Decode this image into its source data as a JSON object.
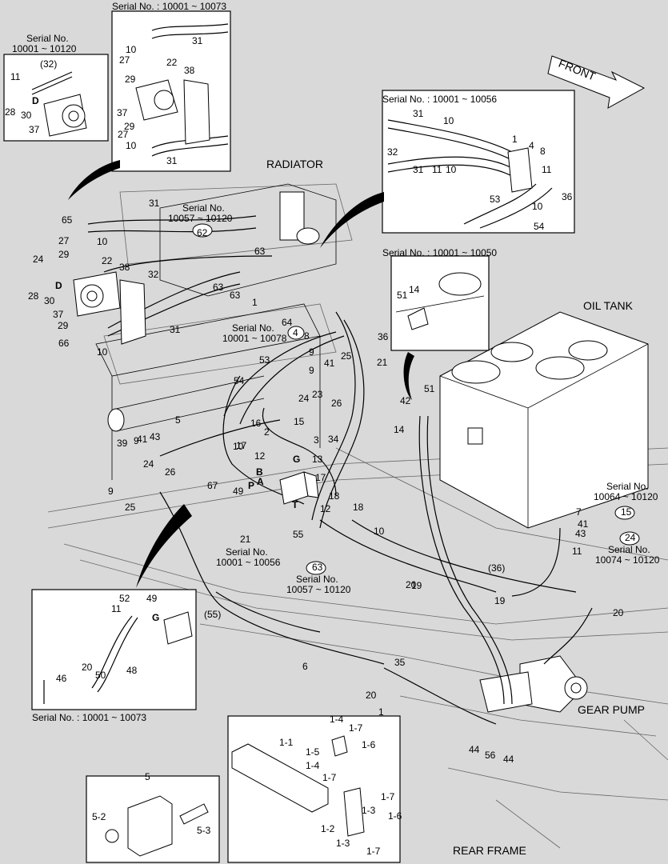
{
  "colors": {
    "background": "#d9d9d9",
    "ink": "#000000",
    "paper": "#ffffff"
  },
  "titles": {
    "radiator": "RADIATOR",
    "oil_tank": "OIL TANK",
    "gear_pump": "GEAR PUMP",
    "rear_frame": "REAR FRAME",
    "front": "FRONT"
  },
  "serials": {
    "s1": "Serial No. : 10001 ~ 10073",
    "s2": "Serial No.",
    "s2b": "10001 ~ 10120",
    "s3": "Serial No. : 10001 ~ 10056",
    "s4": "Serial No.",
    "s4b": "10057 ~ 10120",
    "s5": "Serial No. : 10001 ~ 10050",
    "s6": "Serial No.",
    "s6b": "10001 ~ 10078",
    "s7": "Serial No.",
    "s7b": "10064 ~ 10120",
    "s8": "Serial No.",
    "s8b": "10074 ~ 10120",
    "s9": "Serial No.",
    "s9b": "10001 ~ 10056",
    "s10": "Serial No.",
    "s10b": "10057 ~ 10120",
    "s11": "Serial No. : 10001 ~ 10073"
  },
  "box_titles": {
    "box1": "1",
    "box5": "5"
  },
  "labels": {
    "box_a": [
      "31",
      "10",
      "27",
      "29",
      "22",
      "38",
      "37",
      "29",
      "27",
      "10",
      "31"
    ],
    "box_b": [
      "(32)",
      "11",
      "D",
      "28",
      "30",
      "37"
    ],
    "box_c": [
      "31",
      "10",
      "32",
      "31",
      "11",
      "10",
      "1",
      "4",
      "8",
      "11",
      "36",
      "10",
      "53",
      "54"
    ],
    "box_d": [
      "14",
      "51"
    ],
    "box_e": [
      "52",
      "49",
      "11",
      "G",
      "46",
      "20",
      "50",
      "48"
    ],
    "box_f": [
      "1-1",
      "1-4",
      "1-7",
      "1-6",
      "1-5",
      "1-4",
      "1-7",
      "1-3",
      "1-7",
      "1-6",
      "1-2",
      "1-3",
      "1-7"
    ],
    "box_g": [
      "5-2",
      "5-3"
    ],
    "main": [
      "31",
      "65",
      "27",
      "10",
      "29",
      "24",
      "22",
      "38",
      "28",
      "30",
      "D",
      "37",
      "29",
      "66",
      "10",
      "32",
      "31",
      "63",
      "63",
      "63",
      "1",
      "62",
      "4",
      "8",
      "64",
      "36",
      "53",
      "54",
      "9",
      "25",
      "41",
      "9",
      "21",
      "24",
      "23",
      "26",
      "16",
      "2",
      "15",
      "3",
      "34",
      "13",
      "12",
      "17",
      "10",
      "B",
      "A",
      "G",
      "T",
      "P",
      "67",
      "49",
      "17",
      "5",
      "39",
      "9",
      "41",
      "43",
      "24",
      "9",
      "25",
      "26",
      "21",
      "18",
      "12",
      "18",
      "10",
      "55",
      "63",
      "42",
      "51",
      "14",
      "15",
      "7",
      "41",
      "43",
      "24",
      "11",
      "(36)",
      "19",
      "19",
      "20",
      "20",
      "(55)",
      "6",
      "35",
      "20",
      "44",
      "56",
      "44",
      "20"
    ]
  }
}
